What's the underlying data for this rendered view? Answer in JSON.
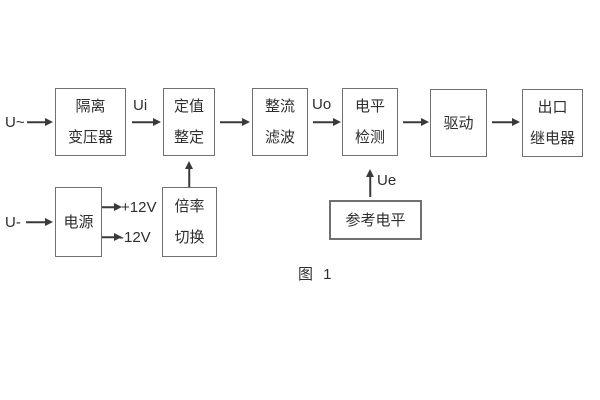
{
  "figure": {
    "caption": "图 1",
    "labels": {
      "input_ac": "U~",
      "input_dc": "U-",
      "ui": "Ui",
      "uo": "Uo",
      "ue": "Ue",
      "rail_pos": "+12V",
      "rail_neg": "-12V"
    },
    "blocks": {
      "iso_transformer": [
        "隔离",
        "变压器"
      ],
      "value_setting": [
        "定值",
        "整定"
      ],
      "rectify_filter": [
        "整流",
        "滤波"
      ],
      "level_detect": [
        "电平",
        "检测"
      ],
      "drive": [
        "驱动"
      ],
      "output_relay": [
        "出口",
        "继电器"
      ],
      "power": [
        "电源"
      ],
      "ratio_switch": [
        "倍率",
        "切换"
      ],
      "ref_level": [
        "参考电平"
      ]
    },
    "colors": {
      "line": "#3a3a3a",
      "border": "#707070",
      "text": "#2e2e2e",
      "background": "#ffffff"
    }
  }
}
